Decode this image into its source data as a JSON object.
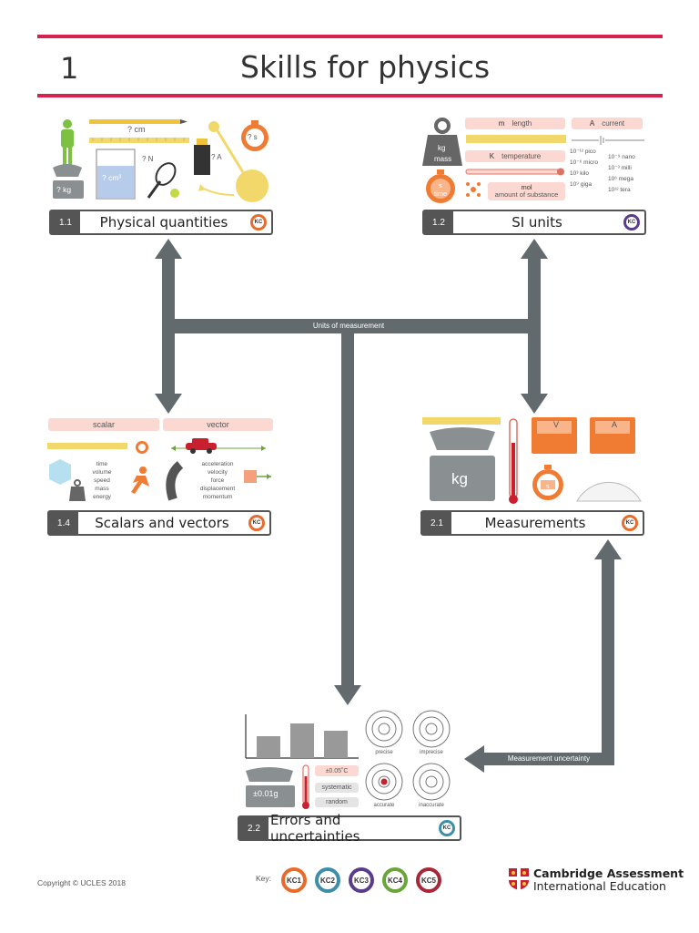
{
  "header": {
    "chapter_number": "1",
    "chapter_title": "Skills for physics"
  },
  "topics": [
    {
      "num": "1.1",
      "label": "Physical quantities",
      "kc": "KC"
    },
    {
      "num": "1.2",
      "label": "SI units",
      "kc": "KC"
    },
    {
      "num": "1.4",
      "label": "Scalars and vectors",
      "kc": "KC"
    },
    {
      "num": "2.1",
      "label": "Measurements",
      "kc": "KC"
    },
    {
      "num": "2.2",
      "label": "Errors and uncertainties",
      "kc": "KC"
    }
  ],
  "arrows": {
    "units": "Units of measurement",
    "uncertainty": "Measurement uncertainty"
  },
  "pq_icons": {
    "cm": "? cm",
    "s": "? s",
    "n": "? N",
    "a": "? A",
    "cm3": "? cm³",
    "kg": "? kg"
  },
  "si": {
    "length_sym": "m",
    "length": "length",
    "current_sym": "A",
    "current": "current",
    "temp_sym": "K",
    "temp": "temperature",
    "mol_sym": "mol",
    "mol": "amount of substance",
    "kg": "kg",
    "mass": "mass",
    "s": "s",
    "time": "time",
    "prefixes_left": [
      [
        "10⁻¹²",
        "pico"
      ],
      [
        "10⁻⁶",
        "micro"
      ],
      [
        "10³",
        "kilo"
      ],
      [
        "10⁹",
        "giga"
      ]
    ],
    "prefixes_right": [
      [
        "10⁻⁹",
        "nano"
      ],
      [
        "10⁻³",
        "milli"
      ],
      [
        "10⁶",
        "mega"
      ],
      [
        "10¹²",
        "tera"
      ]
    ]
  },
  "sv": {
    "scalar": "scalar",
    "vector": "vector",
    "scalars": [
      "time",
      "volume",
      "speed",
      "mass",
      "energy"
    ],
    "vectors": [
      "acceleration",
      "velocity",
      "force",
      "displacement",
      "momentum"
    ]
  },
  "meas": {
    "kg": "kg",
    "v": "V",
    "a": "A",
    "s": "s"
  },
  "errors": {
    "precise": "precise",
    "imprecise": "imprecise",
    "accurate": "accurate",
    "inaccurate": "inaccurate",
    "temp_unc": "±0.05˚C",
    "systematic": "systematic",
    "random": "random",
    "scale": "±0.01g"
  },
  "footer": {
    "copyright": "Copyright © UCLES 2018",
    "key_label": "Key:",
    "keys": [
      {
        "label": "KC1",
        "color": "#e86b2c"
      },
      {
        "label": "KC2",
        "color": "#3d8fa8"
      },
      {
        "label": "KC3",
        "color": "#5a3d8a"
      },
      {
        "label": "KC4",
        "color": "#6aa53a"
      },
      {
        "label": "KC5",
        "color": "#a8283a"
      }
    ],
    "cam_line1": "Cambridge Assessment",
    "cam_line2": "International Education"
  },
  "colors": {
    "accent": "#d6204e",
    "arrow": "#626a6e",
    "pill": "#fbd9d2",
    "orange": "#f07b32"
  }
}
